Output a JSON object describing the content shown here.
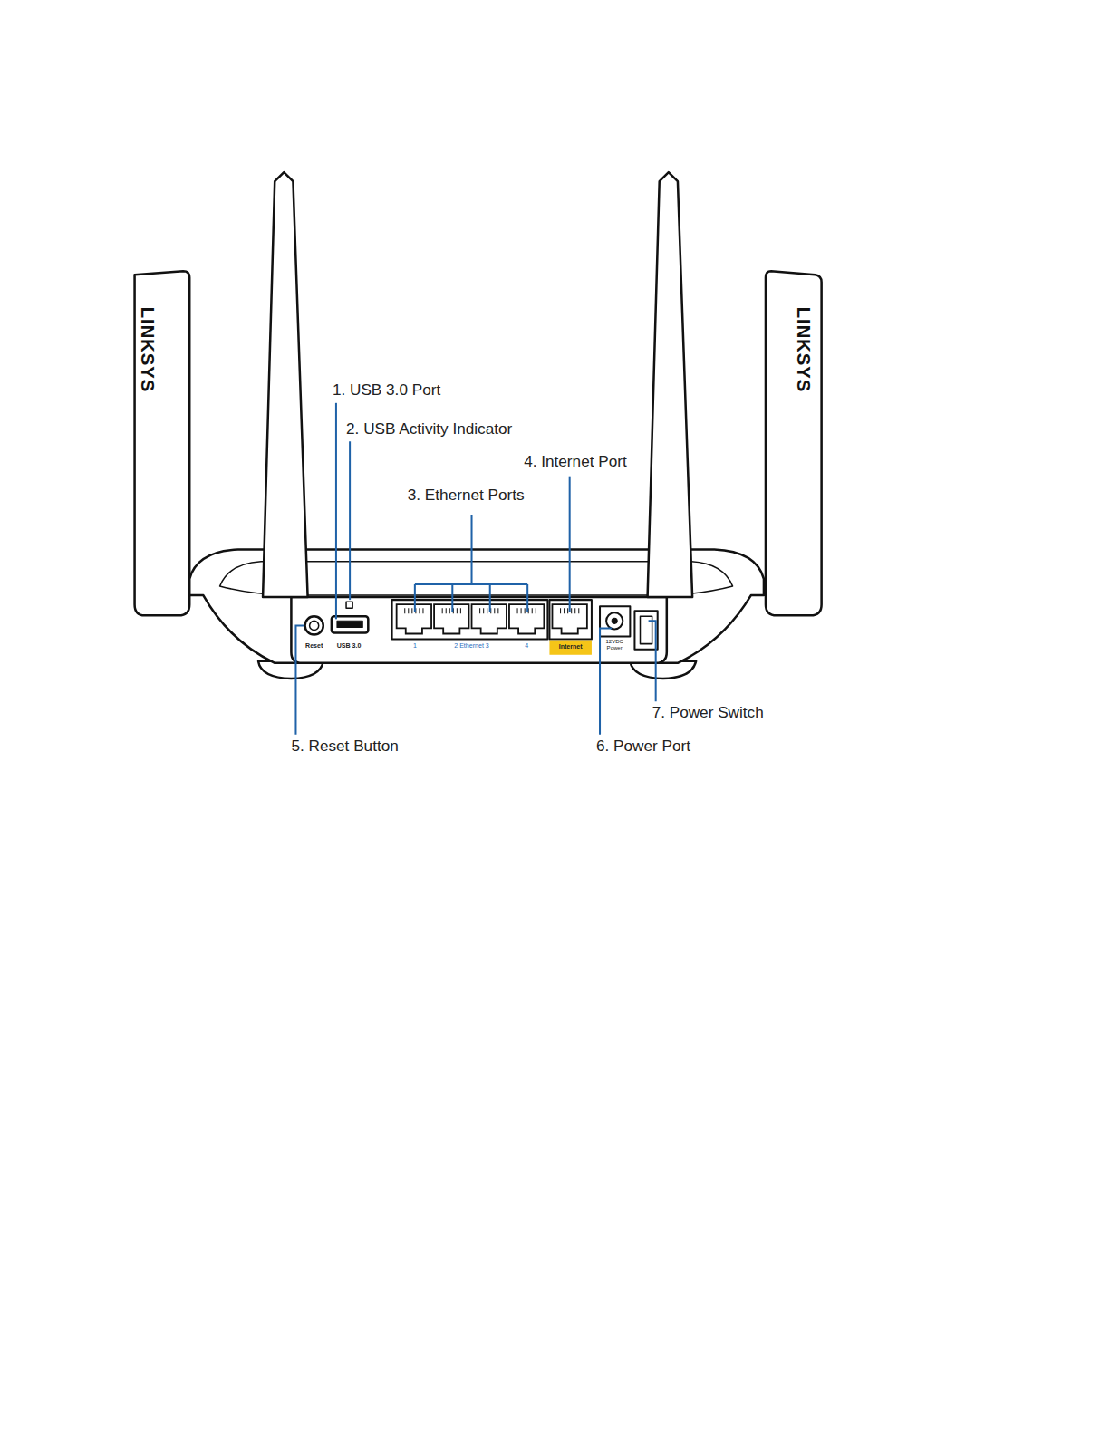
{
  "diagram": {
    "labels": [
      "1. USB 3.0 Port",
      "2. USB Activity Indicator",
      "3. Ethernet Ports",
      "4. Internet Port",
      "5. Reset Button",
      "6. Power Port",
      "7. Power Switch",
      "LINKSYS",
      "LINKSYS",
      "Reset",
      "USB 3.0",
      "1",
      "2 Ethernet 3",
      "4",
      "Internet",
      "12VDC Power"
    ]
  }
}
